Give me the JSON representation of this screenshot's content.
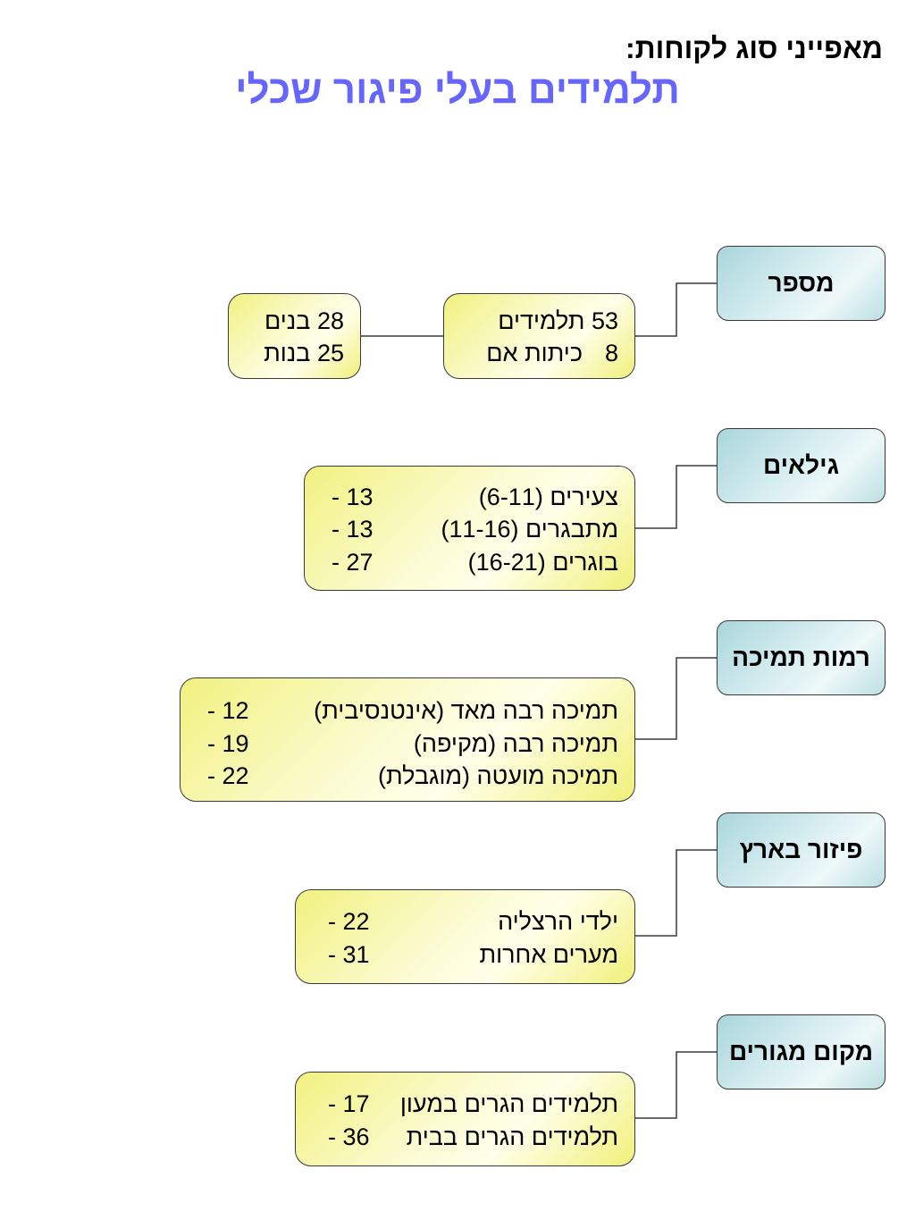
{
  "heading": "מאפייני סוג לקוחות:",
  "title": "תלמידים בעלי פיגור שכלי",
  "categories": {
    "number": "מספר",
    "ages": "גילאים",
    "support": "רמות תמיכה",
    "distribution": "פיזור בארץ",
    "residence": "מקום מגורים"
  },
  "number_box": {
    "students": "53 תלמידים",
    "classes_count": "8",
    "classes_label": "כיתות אם"
  },
  "gender_box": {
    "boys": "28 בנים",
    "girls": "25 בנות"
  },
  "ages_box": [
    {
      "label": "צעירים (6-11)",
      "value": "- 13"
    },
    {
      "label": "מתבגרים (11-16)",
      "value": "- 13"
    },
    {
      "label": "בוגרים (16-21)",
      "value": "- 27"
    }
  ],
  "support_box": [
    {
      "label": "תמיכה רבה מאד (אינטנסיבית)",
      "value": "- 12"
    },
    {
      "label": "תמיכה רבה (מקיפה)",
      "value": "- 19"
    },
    {
      "label": "תמיכה מועטה (מוגבלת)",
      "value": "- 22"
    }
  ],
  "distribution_box": [
    {
      "label": "ילדי הרצליה",
      "value": "- 22"
    },
    {
      "label": "מערים אחרות",
      "value": "- 31"
    }
  ],
  "residence_box": [
    {
      "label": "תלמידים הגרים במעון",
      "value": "- 17"
    },
    {
      "label": "תלמידים הגרים בבית",
      "value": "- 36"
    }
  ]
}
